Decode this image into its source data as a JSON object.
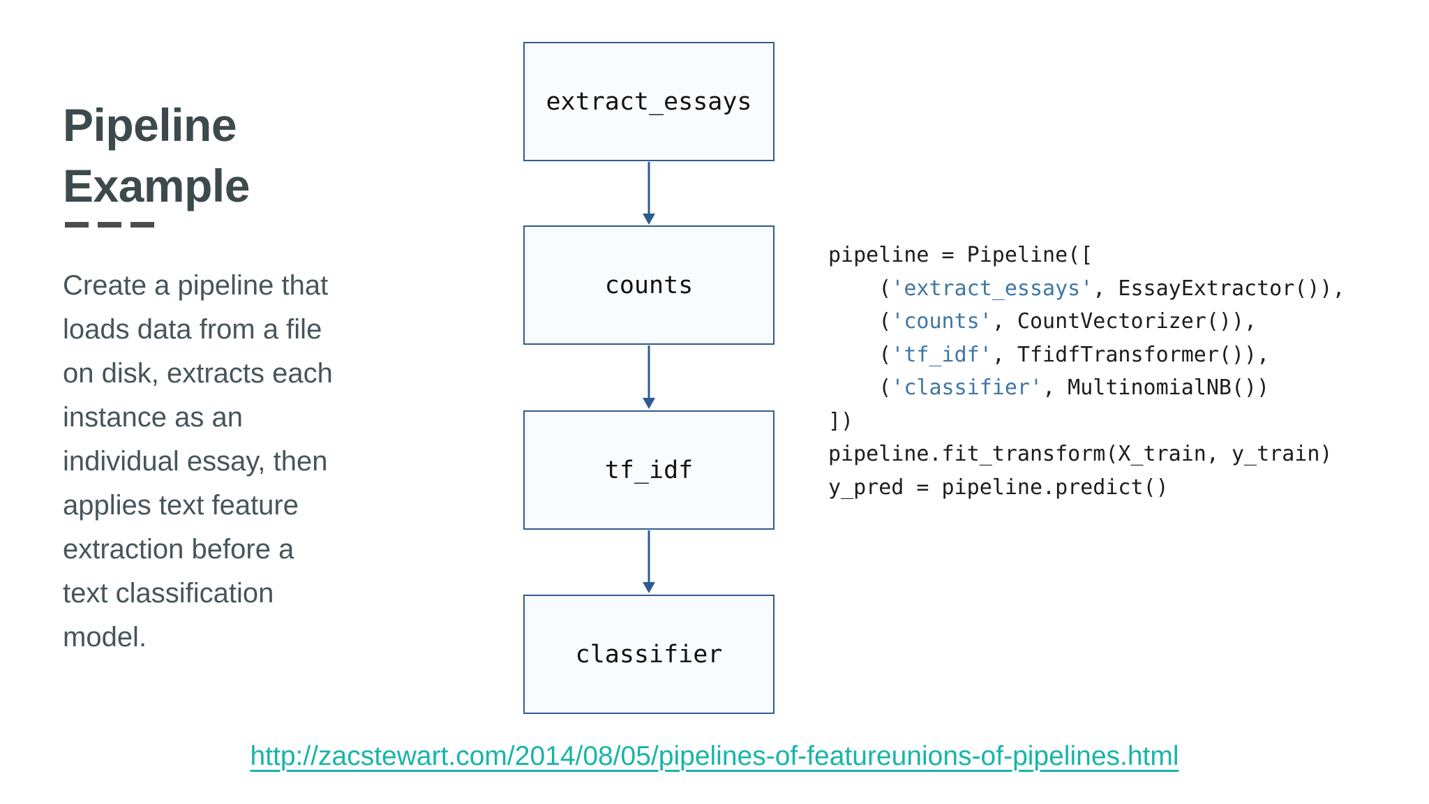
{
  "header": {
    "title": "Pipeline Example"
  },
  "intro": {
    "text": "Create a pipeline that loads data from a file on disk, extracts each instance as an individual essay, then applies text feature extraction before a text classification model.",
    "lines": [
      "Create a pipeline that",
      "loads data from a file",
      "on disk, extracts each",
      "instance as an",
      "individual essay, then",
      "applies text feature",
      "extraction before a",
      "text classification",
      "model."
    ]
  },
  "flowchart": {
    "nodes": [
      {
        "label": "extract_essays"
      },
      {
        "label": "counts"
      },
      {
        "label": "tf_idf"
      },
      {
        "label": "classifier"
      }
    ],
    "arrow_icon": "down-arrow"
  },
  "code": {
    "lines": [
      [
        {
          "t": "pipeline = Pipeline(["
        }
      ],
      [
        {
          "t": "    ("
        },
        {
          "t": "'extract_essays'",
          "s": true
        },
        {
          "t": ", EssayExtractor()),"
        }
      ],
      [
        {
          "t": "    ("
        },
        {
          "t": "'counts'",
          "s": true
        },
        {
          "t": ", CountVectorizer()),"
        }
      ],
      [
        {
          "t": "    ("
        },
        {
          "t": "'tf_idf'",
          "s": true
        },
        {
          "t": ", TfidfTransformer()),"
        }
      ],
      [
        {
          "t": "    ("
        },
        {
          "t": "'classifier'",
          "s": true
        },
        {
          "t": ", MultinomialNB())"
        }
      ],
      [
        {
          "t": "])"
        }
      ],
      [
        {
          "t": "pipeline.fit_transform(X_train, y_train)"
        }
      ],
      [
        {
          "t": "y_pred = pipeline.predict()"
        }
      ]
    ]
  },
  "footer": {
    "link_text": "http://zacstewart.com/2014/08/05/pipelines-of-featureunions-of-pipelines.html"
  },
  "theme": {
    "background_color": "#ffffff",
    "title_color": "#3d4a4d",
    "body_color": "#46555b",
    "dash_color": "#4c4c4c",
    "node_border_color": "#2e5b8f",
    "node_fill_color": "#f9fcfe",
    "arrow_color": "#2e5b8f",
    "code_text_color": "#1c1c1c",
    "code_string_color": "#3e76a6",
    "link_color": "#17b5a8"
  }
}
